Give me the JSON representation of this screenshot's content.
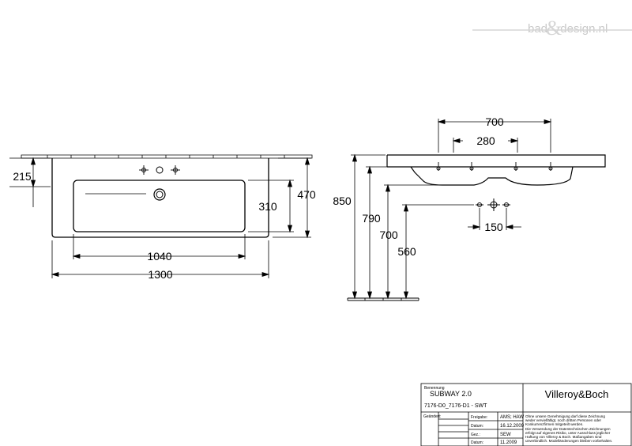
{
  "watermark": {
    "left": "bad",
    "amp": "&",
    "right": "design.nl"
  },
  "dimensions": {
    "plan": {
      "width_overall": "1300",
      "basin_width": "1040",
      "depth_overall": "470",
      "basin_depth": "310",
      "tap_offset": "215"
    },
    "side": {
      "tap_spacing_outer": "700",
      "tap_spacing_inner": "280",
      "height_top": "850",
      "height_rim": "790",
      "height_bowl": "700",
      "height_waste": "560",
      "waste_spacing": "150"
    }
  },
  "title_block": {
    "label_benennung": "Benennung",
    "product_name": "SUBWAY 2.0",
    "product_code": "7176-D0_7176-D1 - SWT",
    "brand": "Villeroy&Boch",
    "label_geaendert": "Geändert:",
    "label_freigabe": "Freigabe:",
    "freigabe_value": "AMS; HAW",
    "label_datum1": "Datum:",
    "datum1_value": "16.12.2009",
    "label_gez": "Gez.:",
    "gez_value": "SEW",
    "label_datum2": "Datum:",
    "datum2_value": "11.2009",
    "notice_lines": [
      "Ohne unsere Genehmigung darf diese Zeichnung",
      "weder vervielfältigt, noch dritten Personen oder",
      "Konkurrenzfirmen mitgeteilt werden.",
      "Die Verwendung der Datentechnischen Zeichnungen",
      "erfolgt auf eigenes Risiko, unter Ausschluss jeglicher",
      "Haftung von Villeroy & Boch. Maßangaben sind",
      "unverbindlich. Modelländerungen bleiben vorbehalten."
    ]
  }
}
